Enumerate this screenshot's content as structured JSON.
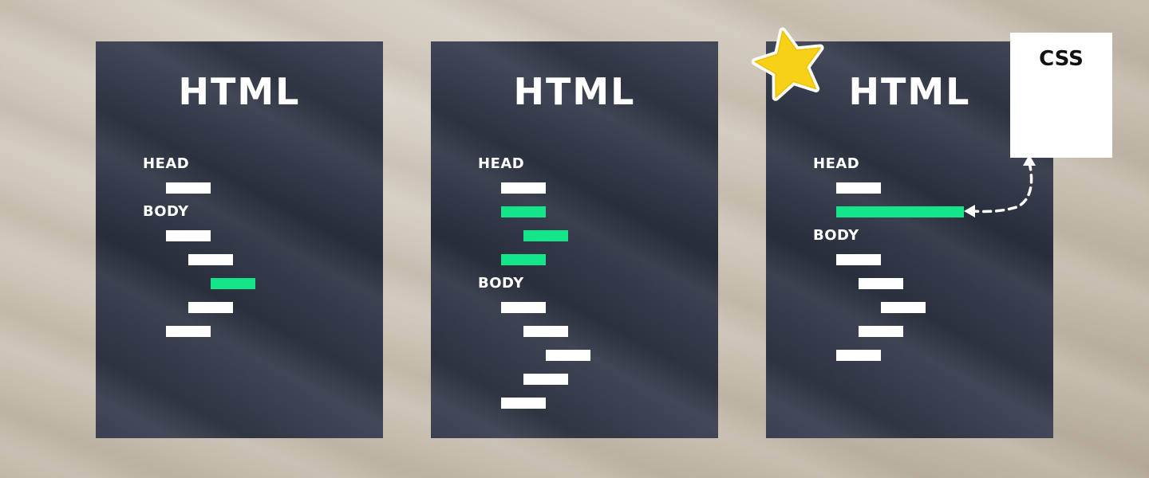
{
  "panels": [
    {
      "title": "HTML",
      "head_label": "HEAD",
      "body_label": "BODY"
    },
    {
      "title": "HTML",
      "head_label": "HEAD",
      "body_label": "BODY"
    },
    {
      "title": "HTML",
      "head_label": "HEAD",
      "body_label": "BODY",
      "highlighted": true
    }
  ],
  "css_card": {
    "label": "CSS"
  },
  "colors": {
    "panel": "#343a48",
    "accent_green": "#14e589",
    "bar_white": "#ffffff",
    "star_fill": "#f7d117",
    "star_outline": "#ffffff"
  },
  "icons": {
    "star": "star-icon",
    "arrow": "dashed-double-arrow"
  }
}
